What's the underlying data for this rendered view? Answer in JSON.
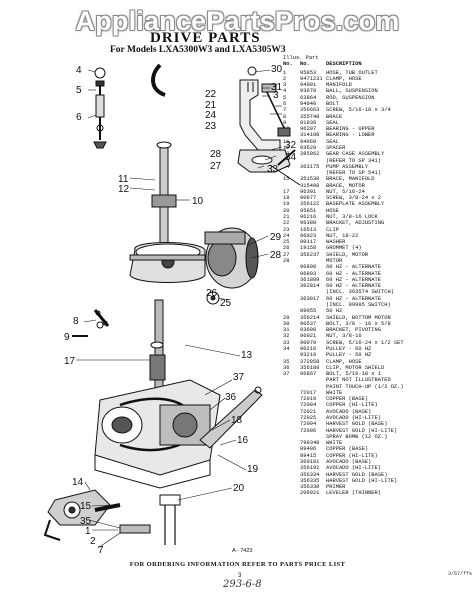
{
  "watermark": "AppliancePartsPros.com",
  "title": "DRIVE PARTS",
  "models": "For Models LXA5300W3 and LXA5305W3",
  "table": {
    "hdr1": "Illus. Part",
    "hdr2_no": "No.",
    "hdr2_part": "No.",
    "hdr2_desc": "DESCRIPTION",
    "rows": [
      [
        "1",
        "95853",
        "HOSE, TUB OUTLET"
      ],
      [
        "2",
        "9471231",
        "CLAMP, HOSE"
      ],
      [
        "3",
        "94091",
        "MANIFOLD"
      ],
      [
        "4",
        "93678",
        "BALL, SUSPENSION"
      ],
      [
        "5",
        "63864",
        "ROD, SUSPENSION"
      ],
      [
        "6",
        "94040",
        "BOLT"
      ],
      [
        "7",
        "356663",
        "SCREW, 5/16-18 x 3/4"
      ],
      [
        "8",
        "355748",
        "BRACE"
      ],
      [
        "9",
        "91938",
        "SEAL"
      ],
      [
        "10",
        "96207",
        "BEARING - UPPER"
      ],
      [
        "",
        "314198",
        "BEARING - LOWER"
      ],
      [
        "11",
        "94069",
        "SEAL"
      ],
      [
        "12",
        "93629",
        "SPACER"
      ],
      [
        "13",
        "385062",
        "GEAR CASE ASSEMBLY"
      ],
      [
        "",
        "",
        "(REFER TO SP 341)"
      ],
      [
        "14",
        "363175",
        "PUMP ASSEMBLY"
      ],
      [
        "",
        "",
        "(REFER TO SP 541)"
      ],
      [
        "15",
        "351538",
        "BRACE, MANIFOLD"
      ],
      [
        "",
        "315498",
        "BRACE, MOTOR"
      ],
      [
        "17",
        "96301",
        "NUT, 5/16-24"
      ],
      [
        "18",
        "90877",
        "SCREW, 3/8-24 x 2"
      ],
      [
        "19",
        "356122",
        "BASEPLATE ASSEMBLY"
      ],
      [
        "20",
        "95851",
        "HOSE"
      ],
      [
        "21",
        "96216",
        "NUT, 3/8-16 LOCK"
      ],
      [
        "22",
        "96388",
        "BRACKET, ADJUSTING"
      ],
      [
        "23",
        "16513",
        "CLIP"
      ],
      [
        "24",
        "96923",
        "NUT, 18-22"
      ],
      [
        "25",
        "90117",
        "WASHER"
      ],
      [
        "26",
        "19158",
        "GROMMET (4)"
      ],
      [
        "27",
        "356237",
        "SHIELD, MOTOR"
      ],
      [
        "28",
        "",
        "MOTOR"
      ],
      [
        "",
        "96809",
        "60 HZ - ALTERNATE"
      ],
      [
        "",
        "96803",
        "60 HZ - ALTERNATE"
      ],
      [
        "",
        "361809",
        "60 HZ - ALTERNATE"
      ],
      [
        "",
        "362814",
        "60 HZ - ALTERNATE"
      ],
      [
        "",
        "",
        "(INCL. 363574 SWITCH)"
      ],
      [
        "",
        "363017",
        "60 HZ - ALTERNATE"
      ],
      [
        "",
        "",
        "(INCL. 89995 SWITCH)"
      ],
      [
        "",
        "89055",
        "50 HZ"
      ],
      [
        "29",
        "356214",
        "SHIELD, BOTTOM MOTOR"
      ],
      [
        "30",
        "90537",
        "BOLT, 3/8 - 16 x 5/8"
      ],
      [
        "31",
        "93600",
        "BRACKET, PIVOTING"
      ],
      [
        "32",
        "96021",
        "NUT, 3/8-16"
      ],
      [
        "33",
        "90079",
        "SCREW, 5/16-24 x 1/2 SET"
      ],
      [
        "34",
        "90216",
        "PULLEY - 60 HZ"
      ],
      [
        "",
        "93219",
        "PULLEY - 50 HZ"
      ],
      [
        "35",
        "372858",
        "CLAMP, HOSE"
      ],
      [
        "36",
        "356188",
        "CLIP, MOTOR SHIELD"
      ],
      [
        "37",
        "96867",
        "BOLT, 5/16-18 x 1"
      ],
      [
        "",
        "",
        "PART NOT ILLUSTRATED"
      ],
      [
        "",
        "",
        ""
      ],
      [
        "",
        "",
        "PAINT TOUCH-UP (1/2 OZ.)"
      ],
      [
        "",
        "72017",
        "WHITE"
      ],
      [
        "",
        "72019",
        "COPPER (BASE)"
      ],
      [
        "",
        "72084",
        "COPPER (HI-LITE)"
      ],
      [
        "",
        "72021",
        "AVOCADO (BASE)"
      ],
      [
        "",
        "72025",
        "AVOCADO (HI-LITE)"
      ],
      [
        "",
        "72094",
        "HARVEST GOLD (BASE)"
      ],
      [
        "",
        "72096",
        "HARVEST GOLD (HI-LITE)"
      ],
      [
        "",
        "",
        "SPRAY BOMB (12 OZ.)"
      ],
      [
        "",
        "799348",
        "WHITE"
      ],
      [
        "",
        "89406",
        "COPPER (BASE)"
      ],
      [
        "",
        "89415",
        "COPPER (HI-LITE)"
      ],
      [
        "",
        "360191",
        "AVOCADO (BASE)"
      ],
      [
        "",
        "356192",
        "AVOCADO (HI-LITE)"
      ],
      [
        "",
        "356334",
        "HARVEST GOLD (BASE)"
      ],
      [
        "",
        "356335",
        "HARVEST GOLD (HI-LITE)"
      ],
      [
        "",
        "356330",
        "PRIMER"
      ],
      [
        "",
        "206921",
        "LEVELER (THINNER)"
      ]
    ]
  },
  "callouts": {
    "c1": "1",
    "c2": "2",
    "c3": "3",
    "c4": "4",
    "c5": "5",
    "c6": "6",
    "c7": "7",
    "c8": "8",
    "c9": "9",
    "c10": "10",
    "c11": "11",
    "c12": "12",
    "c13": "13",
    "c14": "14",
    "c15": "15",
    "c16": "16",
    "c17": "17",
    "c18": "18",
    "c19": "19",
    "c20": "20",
    "c21": "21",
    "c22": "22",
    "c23": "23",
    "c24": "24",
    "c25": "25",
    "c26": "26",
    "c27": "27",
    "c28": "28",
    "c29": "29",
    "c30": "30",
    "c31": "31",
    "c32": "32",
    "c33": "33",
    "c34": "34",
    "c35": "35",
    "c36": "36",
    "c37": "37"
  },
  "art_code": "A - 7423",
  "footer": "FOR ORDERING INFORMATION REFER TO PARTS PRICE LIST",
  "page_number": "3",
  "handwritten_note": "293-6-8",
  "corner_code": "3/67/ffs"
}
